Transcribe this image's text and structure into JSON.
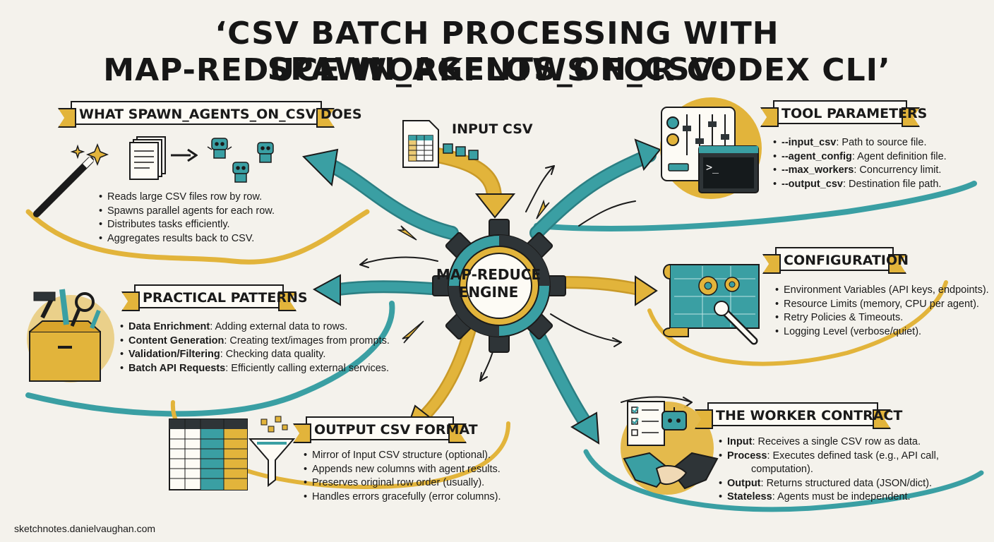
{
  "title": {
    "line1": "‘CSV BATCH PROCESSING WITH SPAWN_AGENTS_ON_CSV:",
    "line2": "MAP-REDUCE WORKFLOWS FOR CODEX CLI’"
  },
  "center": {
    "line1": "MAP-REDUCE",
    "line2": "ENGINE"
  },
  "input_csv": {
    "label": "INPUT CSV"
  },
  "what_it_does": {
    "heading": "WHAT SPAWN_AGENTS_ON_CSV DOES",
    "bullets": [
      "Reads large CSV files row by row.",
      "Spawns parallel agents for each row.",
      "Distributes tasks efficiently.",
      "Aggregates results back to CSV."
    ]
  },
  "tool_parameters": {
    "heading": "TOOL PARAMETERS",
    "items": [
      {
        "name": "--input_csv",
        "desc": ": Path to source file."
      },
      {
        "name": "--agent_config",
        "desc": ": Agent definition file."
      },
      {
        "name": "--max_workers",
        "desc": ": Concurrency limit."
      },
      {
        "name": "--output_csv",
        "desc": ": Destination file path."
      }
    ],
    "terminal_prompt": ">_"
  },
  "configuration": {
    "heading": "CONFIGURATION",
    "bullets": [
      "Environment Variables (API keys, endpoints).",
      "Resource Limits (memory, CPU per agent).",
      "Retry Policies & Timeouts.",
      "Logging Level (verbose/quiet)."
    ]
  },
  "practical_patterns": {
    "heading": "PRACTICAL PATTERNS",
    "items": [
      {
        "name": "Data Enrichment",
        "desc": ": Adding external data to rows."
      },
      {
        "name": "Content Generation",
        "desc": ": Creating text/images from prompts."
      },
      {
        "name": "Validation/Filtering",
        "desc": ": Checking data quality."
      },
      {
        "name": "Batch API Requests",
        "desc": ": Efficiently calling external services."
      }
    ]
  },
  "output_format": {
    "heading": "OUTPUT CSV FORMAT",
    "bullets": [
      "Mirror of Input CSV structure (optional).",
      "Appends new columns with agent results.",
      "Preserves original row order (usually).",
      "Handles errors gracefully (error columns)."
    ]
  },
  "worker_contract": {
    "heading": "THE WORKER CONTRACT",
    "items": [
      {
        "name": "Input",
        "desc": ": Receives a single CSV row as data."
      },
      {
        "name": "Process",
        "desc": ": Executes defined task (e.g., API call,"
      },
      {
        "name": "Output",
        "desc": ": Returns structured data (JSON/dict)."
      },
      {
        "name": "Stateless",
        "desc": ": Agents must be independent."
      }
    ],
    "process_continuation": "computation)."
  },
  "footer": "sketchnotes.danielvaughan.com",
  "colors": {
    "gold": "#e2b43b",
    "teal": "#3a9fa3",
    "dark": "#2e3437",
    "ink": "#1b1b1b",
    "paper": "#f4f2ec"
  },
  "icons": [
    "magic-wand-icon",
    "documents-icon",
    "robot-icon",
    "gear-icon",
    "sliders-icon",
    "terminal-icon",
    "blueprint-icon",
    "wrench-icon",
    "toolbox-icon",
    "spreadsheet-icon",
    "funnel-icon",
    "checklist-icon",
    "handshake-icon"
  ]
}
